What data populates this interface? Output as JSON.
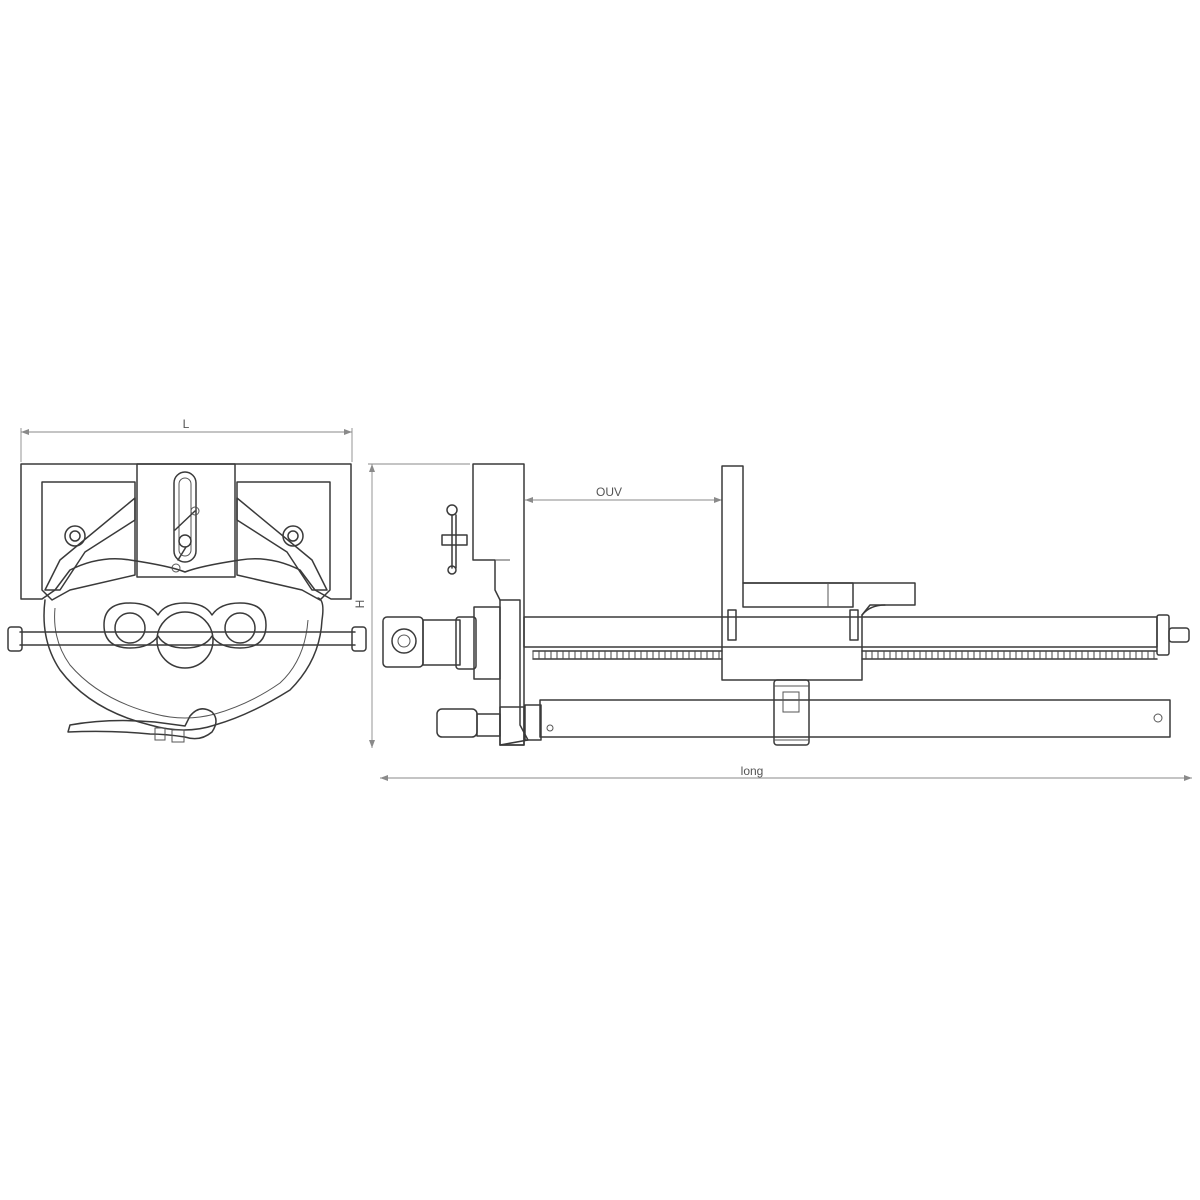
{
  "dimensions": {
    "width_label": "L",
    "height_label": "H",
    "opening_label": "OUV",
    "length_label": "long"
  },
  "colors": {
    "line": "#3a3a3a",
    "dimension": "#8a8a8a",
    "background": "#ffffff"
  }
}
